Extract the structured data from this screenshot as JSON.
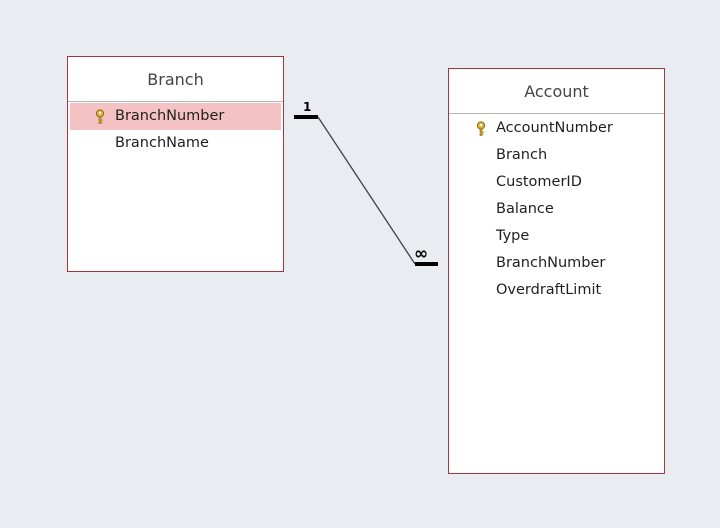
{
  "tables": {
    "branch": {
      "title": "Branch",
      "fields": [
        {
          "name": "BranchNumber",
          "is_key": true,
          "selected": true
        },
        {
          "name": "BranchName",
          "is_key": false,
          "selected": false
        }
      ]
    },
    "account": {
      "title": "Account",
      "fields": [
        {
          "name": "AccountNumber",
          "is_key": true
        },
        {
          "name": "Branch",
          "is_key": false
        },
        {
          "name": "CustomerID",
          "is_key": false
        },
        {
          "name": "Balance",
          "is_key": false
        },
        {
          "name": "Type",
          "is_key": false
        },
        {
          "name": "BranchNumber",
          "is_key": false
        },
        {
          "name": "OverdraftLimit",
          "is_key": false
        }
      ]
    }
  },
  "relationship": {
    "one_label": "1",
    "many_label": "∞"
  },
  "colors": {
    "border": "#a4373a",
    "selected_row": "#f4c2c2",
    "background": "#e9edf1",
    "key_icon": "#e0b43c"
  },
  "icons": {
    "primary_key": "key-icon"
  }
}
